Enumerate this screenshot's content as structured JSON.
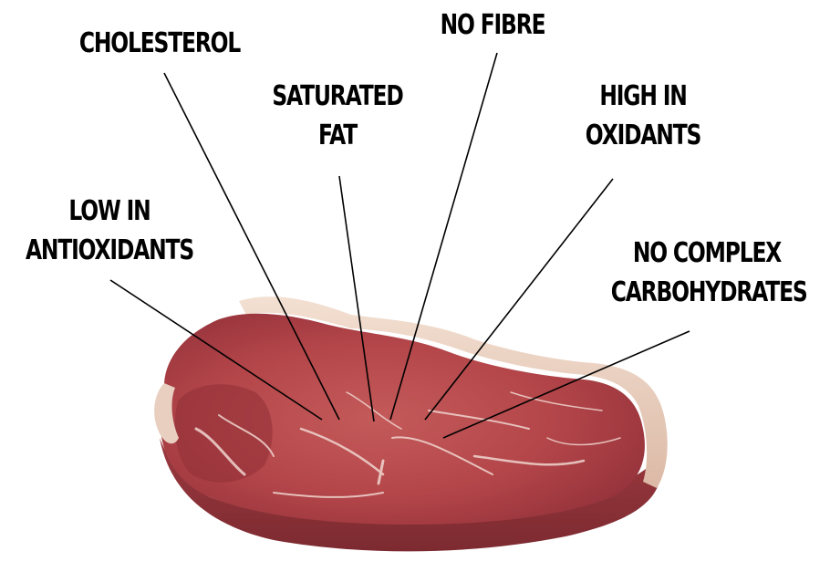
{
  "labels": {
    "cholesterol": "CHOLESTEROL",
    "no_fibre": "NO FIBRE",
    "saturated_fat": [
      "SATURATED",
      "FAT"
    ],
    "high_in_oxidants": [
      "HIGH IN",
      "OXIDANTS"
    ],
    "low_in_antioxidants": [
      "LOW IN",
      "ANTIOXIDANTS"
    ],
    "no_complex_carbohydrates": [
      "NO COMPLEX",
      "CARBOHYDRATES"
    ]
  },
  "colors": {
    "background": "#ffffff",
    "text": "#000000",
    "leader_line": "#000000",
    "meat_red": "#b8484a",
    "meat_dark": "#8e2f32",
    "fat_cream": "#efd7c8"
  },
  "image": {
    "subject": "raw beef steak"
  }
}
